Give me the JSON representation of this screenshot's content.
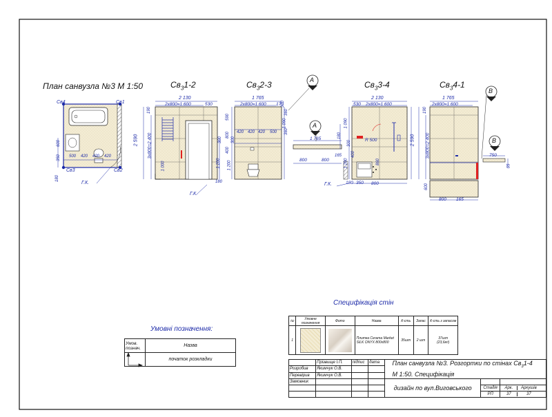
{
  "titles": {
    "plan": "План санвузла №3 М 1:50",
    "w12": "Св",
    "w12_sub": "3",
    "w12_rest": "1-2",
    "w23": "Св",
    "w23_sub": "3",
    "w23_rest": "2-3",
    "w34": "Св",
    "w34_sub": "3",
    "w34_rest": "3-4",
    "w41": "Св",
    "w41_sub": "3",
    "w41_rest": "4-1"
  },
  "plan_labels": {
    "c4": "Св4",
    "c1": "Св1",
    "c3": "Св3",
    "c2": "Св2",
    "gk": "Г.К.",
    "d180": "180",
    "d350": "350",
    "d600": "600",
    "b500": "500",
    "b420a": "420",
    "b420b": "420",
    "b420c": "420"
  },
  "section_marks": {
    "a1": "A",
    "a2": "A",
    "b1": "B",
    "b2": "B"
  },
  "elev1": {
    "w": "2 130",
    "tiles": "2х800=1 600",
    "d530": "530",
    "h2590": "2 590",
    "v190": "190",
    "vtiles": "3х800=2 400",
    "d300": "300",
    "d1200": "1 200",
    "d1000": "1 000",
    "d180": "180",
    "gk": "Г.К."
  },
  "elev2": {
    "w": "1 765",
    "tiles": "2х800=1 600",
    "d170": "170",
    "r590": "590",
    "r1090": "1 090",
    "d800": "800",
    "d400": "400",
    "d300": "300",
    "d360a": "360",
    "d360b": "360",
    "d370": "370",
    "d420a": "420",
    "d420b": "420",
    "d420c": "420",
    "d500": "500",
    "d1200": "1 200"
  },
  "sec_a": {
    "w": "1 765",
    "d180": "180",
    "d800a": "800",
    "d800b": "800",
    "d165": "165"
  },
  "elev3": {
    "w": "2 130",
    "tiles": "2х800=1 600",
    "d530": "530",
    "r500": "R 500",
    "d1090": "1 090",
    "d1200": "1 200",
    "d300": "300",
    "d400": "400",
    "d860": "860",
    "d180": "180",
    "d350": "350",
    "d800": "800",
    "gk": "Г.К."
  },
  "elev4": {
    "w": "1 765",
    "tiles": "2х800=1 600",
    "v190": "190",
    "h2590": "2 590",
    "vtiles": "3х800=2 400",
    "d600": "600",
    "d800": "800",
    "d165": "165",
    "d750": "750",
    "d65": "65"
  },
  "spec": {
    "title": "Специфікація стін",
    "headers": [
      "№",
      "Умовне позначення",
      "Фото",
      "Назва",
      "К-сть",
      "Запас",
      "К-сть з запасом"
    ],
    "row": {
      "n": "1",
      "name": "Плитка Cerama Market SILK ONYX 800х800",
      "qty": "35шт",
      "reserve": "2 шт",
      "total1": "37шт",
      "total2": "(23,6м²)"
    }
  },
  "legend": {
    "title": "Умовні позначення:",
    "header_sym": "Умов. познач.",
    "header_name": "Назва",
    "row_name": "початок розкладки"
  },
  "stamp": {
    "title1": "План санвузла №3. Розгортки по стінах Св",
    "title1_sub": "3",
    "title1_rest": "1-4",
    "title2": "М 1:50. Специфікація",
    "project": "дизайн по вул.Виговського",
    "col_name": "Прізвище І.П.",
    "col_sign": "підпис",
    "col_date": "дата",
    "role1": "Розробив",
    "role2": "Перевірив",
    "role3": "Замовник",
    "person1": "Якимчук О.В.",
    "person2": "Якимчук О.В.",
    "h_stage": "Стадія",
    "h_sheet": "Арк.",
    "h_sheets": "Аркушів",
    "stage": "РП",
    "sheet": "37",
    "sheets": "37"
  },
  "colors": {
    "blue": "#1c2aa8",
    "tile": "#f3ecd4",
    "line": "#222222",
    "accent": "#e02020"
  }
}
